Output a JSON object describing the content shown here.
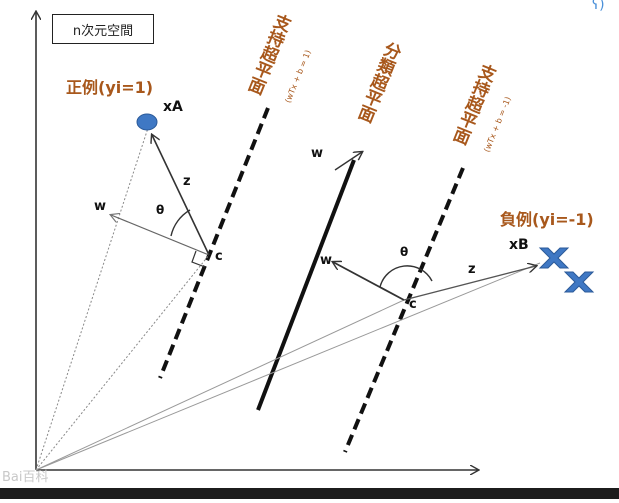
{
  "space_label": "n次元空間",
  "positive_label": "正例(yi=1)",
  "negative_label": "負例(yi=-1)",
  "support_plane_label": "支持超平面",
  "separating_plane_label": "分類超平面",
  "support_formula_pos": "(wTx + b = 1)",
  "support_formula_neg": "(wTx + b = -1)",
  "point_a": "xA",
  "point_b": "xB",
  "vector_w": "w",
  "vector_z": "z",
  "point_c": "c",
  "angle": "θ",
  "watermark": "Bai百科",
  "corner_glyph": "ʕ)",
  "colors": {
    "accent_text": "#a8581c",
    "marker_fill": "#3f78c4",
    "line": "#111111"
  }
}
